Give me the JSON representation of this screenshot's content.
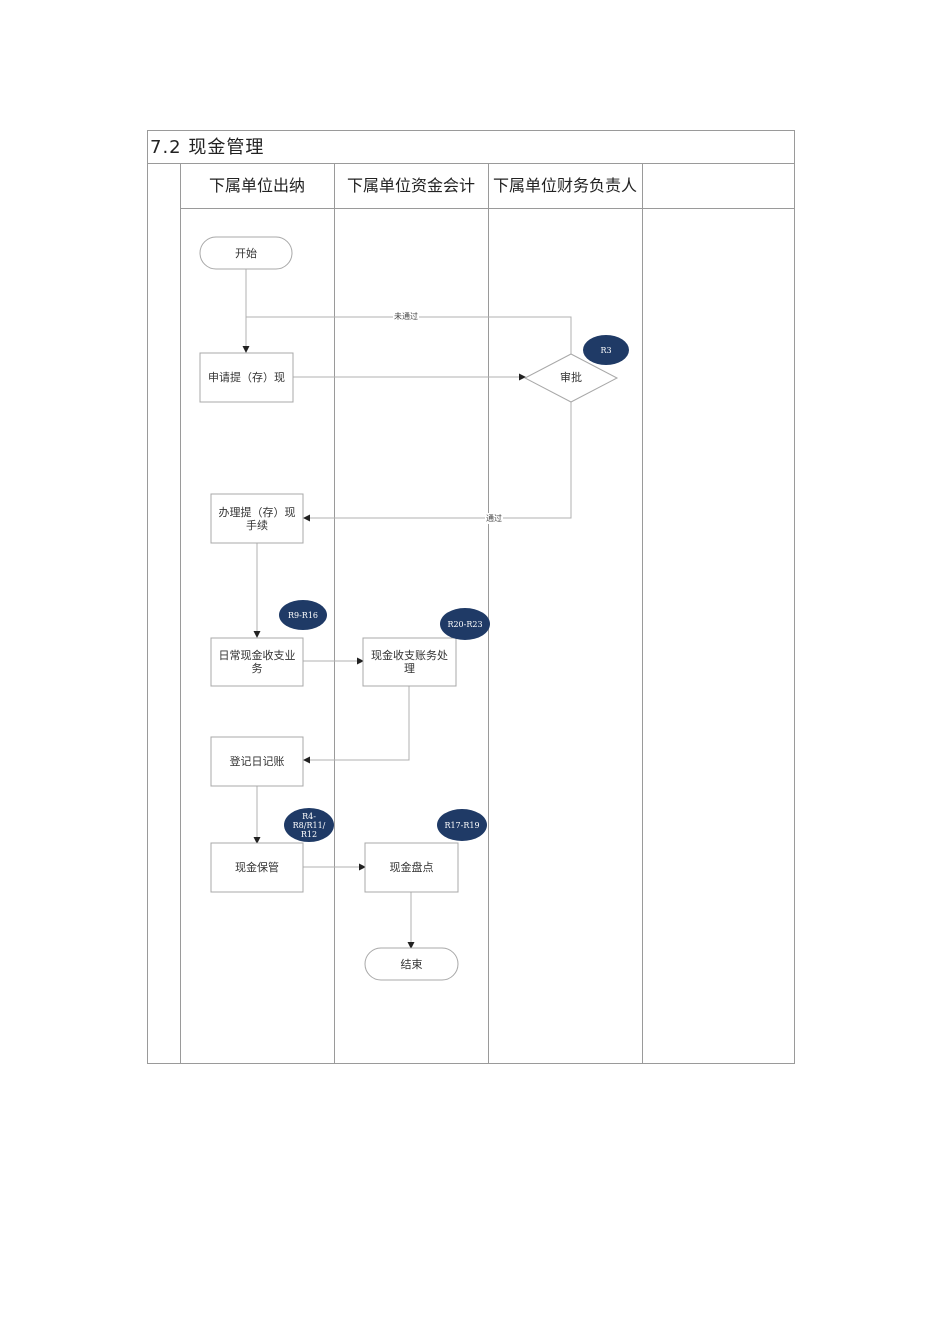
{
  "title": "7.2  现金管理",
  "lanes": [
    "下属单位出纳",
    "下属单位资金会计",
    "下属单位财务负责人"
  ],
  "nodes": {
    "start": "开始",
    "apply": "申请提（存）现",
    "approve": "审批",
    "handle_l1": "办理提（存）现",
    "handle_l2": "手续",
    "daily_l1": "日常现金收支业",
    "daily_l2": "务",
    "acct_l1": "现金收支账务处",
    "acct_l2": "理",
    "journal": "登记日记账",
    "custody": "现金保管",
    "count": "现金盘点",
    "end": "结束"
  },
  "edge_labels": {
    "rejected": "未通过",
    "passed": "通过"
  },
  "badges": {
    "r3": "R3",
    "r9_r16": "R9-R16",
    "r20_r23": "R20-R23",
    "r4_l1": "R4-",
    "r4_l2": "R8/R11/",
    "r4_l3": "R12",
    "r17_r19": "R17-R19"
  },
  "colors": {
    "badge": "#1f3a66",
    "line": "#9a9a9a",
    "shape_border": "#a8a8a8"
  }
}
